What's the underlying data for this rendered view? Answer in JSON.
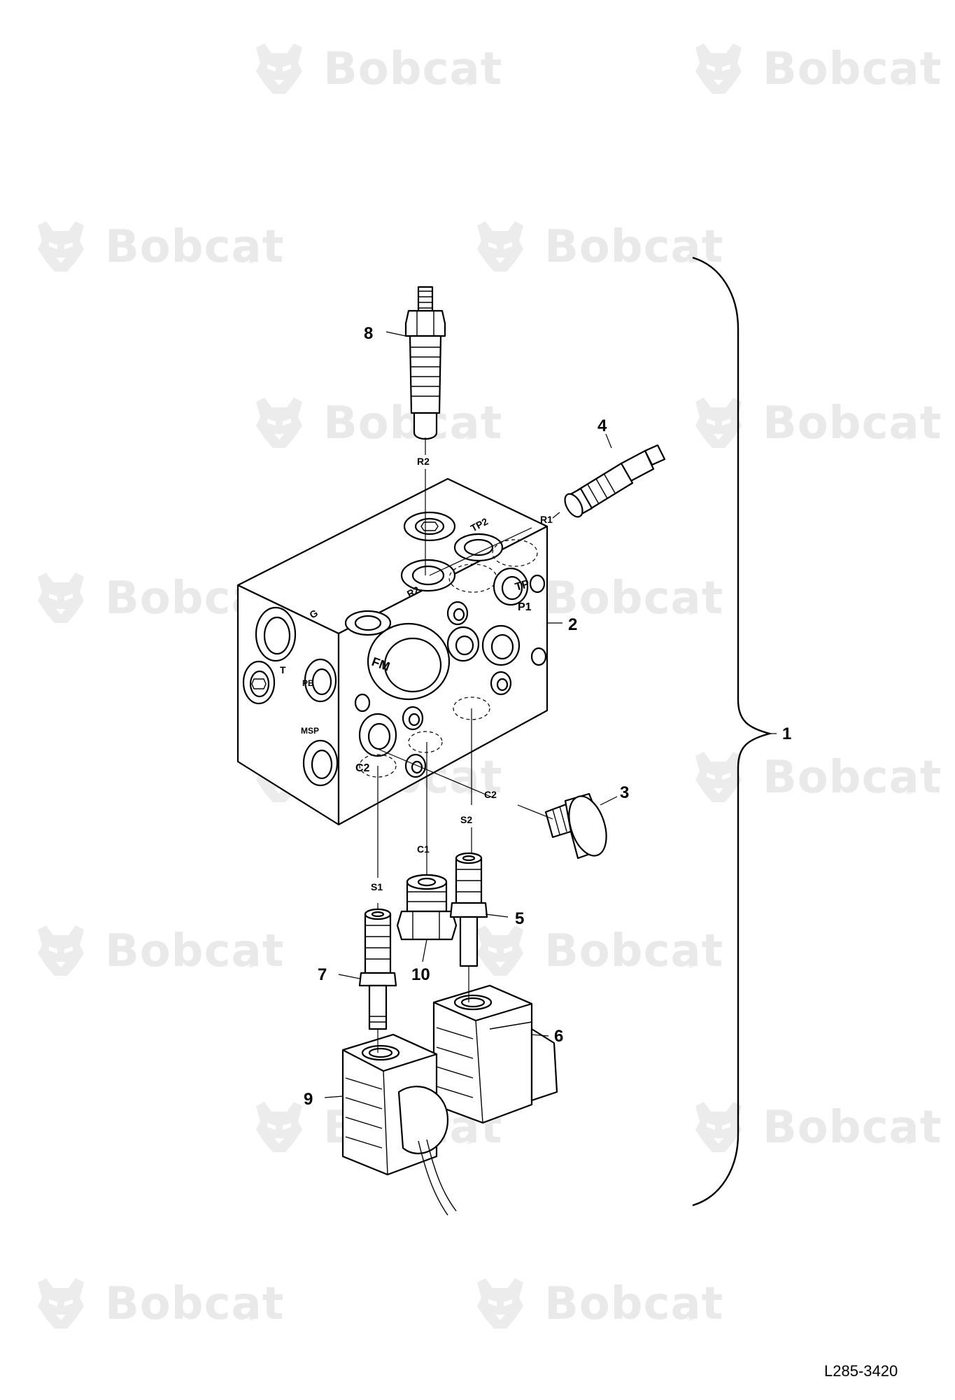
{
  "watermark": {
    "brand": "Bobcat",
    "registered": "®"
  },
  "figure_id": "L285-3420",
  "callouts": {
    "assembly": "1",
    "manifold_block": "2",
    "plug": "3",
    "relief_valve_r1": "4",
    "solenoid_cartridge_s2": "5",
    "coil_s2": "6",
    "solenoid_cartridge_s1": "7",
    "relief_valve_r2": "8",
    "coil_s1": "9",
    "check_valve_c1": "10"
  },
  "port_labels": {
    "r2_top": "R2",
    "r1": "R1",
    "c2": "C2",
    "s2": "S2",
    "c1": "C1",
    "s1": "S1"
  },
  "block_labels": {
    "g": "G",
    "t": "T",
    "pb": "PB",
    "fm": "FM",
    "msp": "MSP",
    "r2": "R2",
    "tp2": "TP2",
    "tp": "TP",
    "p1": "P1",
    "c2": "C2"
  }
}
